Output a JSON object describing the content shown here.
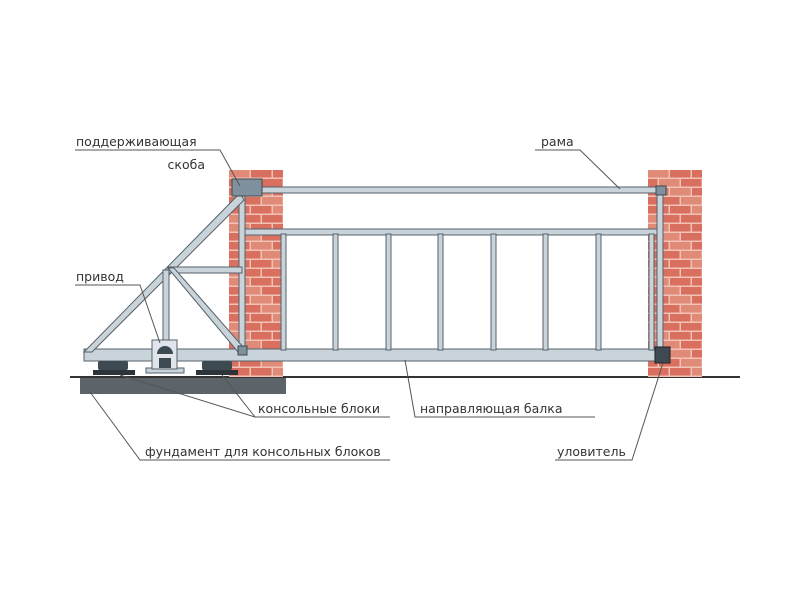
{
  "title": "Схема откатных ворот",
  "labels": {
    "support_bracket_line1": "поддерживающая",
    "support_bracket_line2": "скоба",
    "frame": "рама",
    "drive": "привод",
    "cantilever_blocks": "консольные блоки",
    "guide_beam": "направляющая балка",
    "foundation": "фундамент для консольных блоков",
    "catcher": "уловитель"
  },
  "colors": {
    "brick": "#d9705f",
    "brick_mortar": "#f2c2b6",
    "steel": "#c9d3da",
    "steel_outline": "#55616b",
    "foundation": "#5c6469"
  }
}
